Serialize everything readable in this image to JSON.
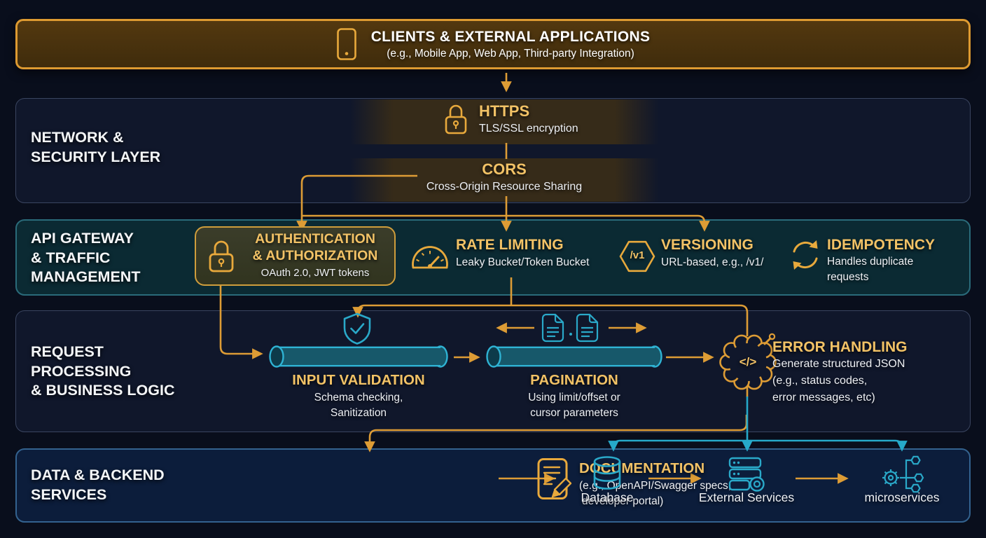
{
  "client_box": {
    "title": "CLIENTS & EXTERNAL APPLICATIONS",
    "subtitle": "(e.g., Mobile App, Web App, Third-party Integration)"
  },
  "layers": [
    {
      "label_lines": [
        "NETWORK &",
        "SECURITY LAYER"
      ],
      "https": {
        "title": "HTTPS",
        "subtitle": "TLS/SSL encryption"
      },
      "cors": {
        "title": "CORS",
        "subtitle": "Cross-Origin Resource Sharing"
      }
    },
    {
      "label_lines": [
        "API GATEWAY",
        "& TRAFFIC",
        "MANAGEMENT"
      ],
      "auth": {
        "title_lines": [
          "AUTHENTICATION",
          "& AUTHORIZATION"
        ],
        "subtitle": "OAuth 2.0, JWT tokens"
      },
      "rate_limiting": {
        "title": "RATE LIMITING",
        "subtitle": "Leaky Bucket/Token Bucket"
      },
      "versioning": {
        "title": "VERSIONING",
        "subtitle": "URL-based, e.g., /v1/",
        "icon_text": "/v1"
      },
      "idempotency": {
        "title": "IDEMPOTENCY",
        "subtitle_lines": [
          "Handles duplicate",
          "requests"
        ]
      }
    },
    {
      "label_lines": [
        "REQUEST",
        "PROCESSING",
        "& BUSINESS LOGIC"
      ],
      "input_validation": {
        "title": "INPUT VALIDATION",
        "subtitle_lines": [
          "Schema checking,",
          "Sanitization"
        ]
      },
      "pagination": {
        "title": "PAGINATION",
        "subtitle_lines": [
          "Using limit/offset or",
          "cursor parameters"
        ]
      },
      "error_handling": {
        "title": "ERROR HANDLING",
        "subtitle_lines": [
          "Generate structured JSON",
          "(e.g., status codes,",
          "error messages, etc)"
        ],
        "icon_text": "</>"
      }
    },
    {
      "label_lines": [
        "DATA & BACKEND",
        "SERVICES"
      ],
      "documentation": {
        "title": "DOCUMENTATION",
        "subtitle_lines": [
          "(e.g., OpenAPI/Swagger specs,",
          "developer portal)"
        ]
      },
      "database": {
        "label": "Database"
      },
      "external_services": {
        "label": "External Services"
      },
      "microservices": {
        "label": "microservices"
      }
    }
  ],
  "colors": {
    "background": "#090e1c",
    "amber": "#dd9c35",
    "gold_text": "#f2c266",
    "teal": "#26a9c9"
  }
}
